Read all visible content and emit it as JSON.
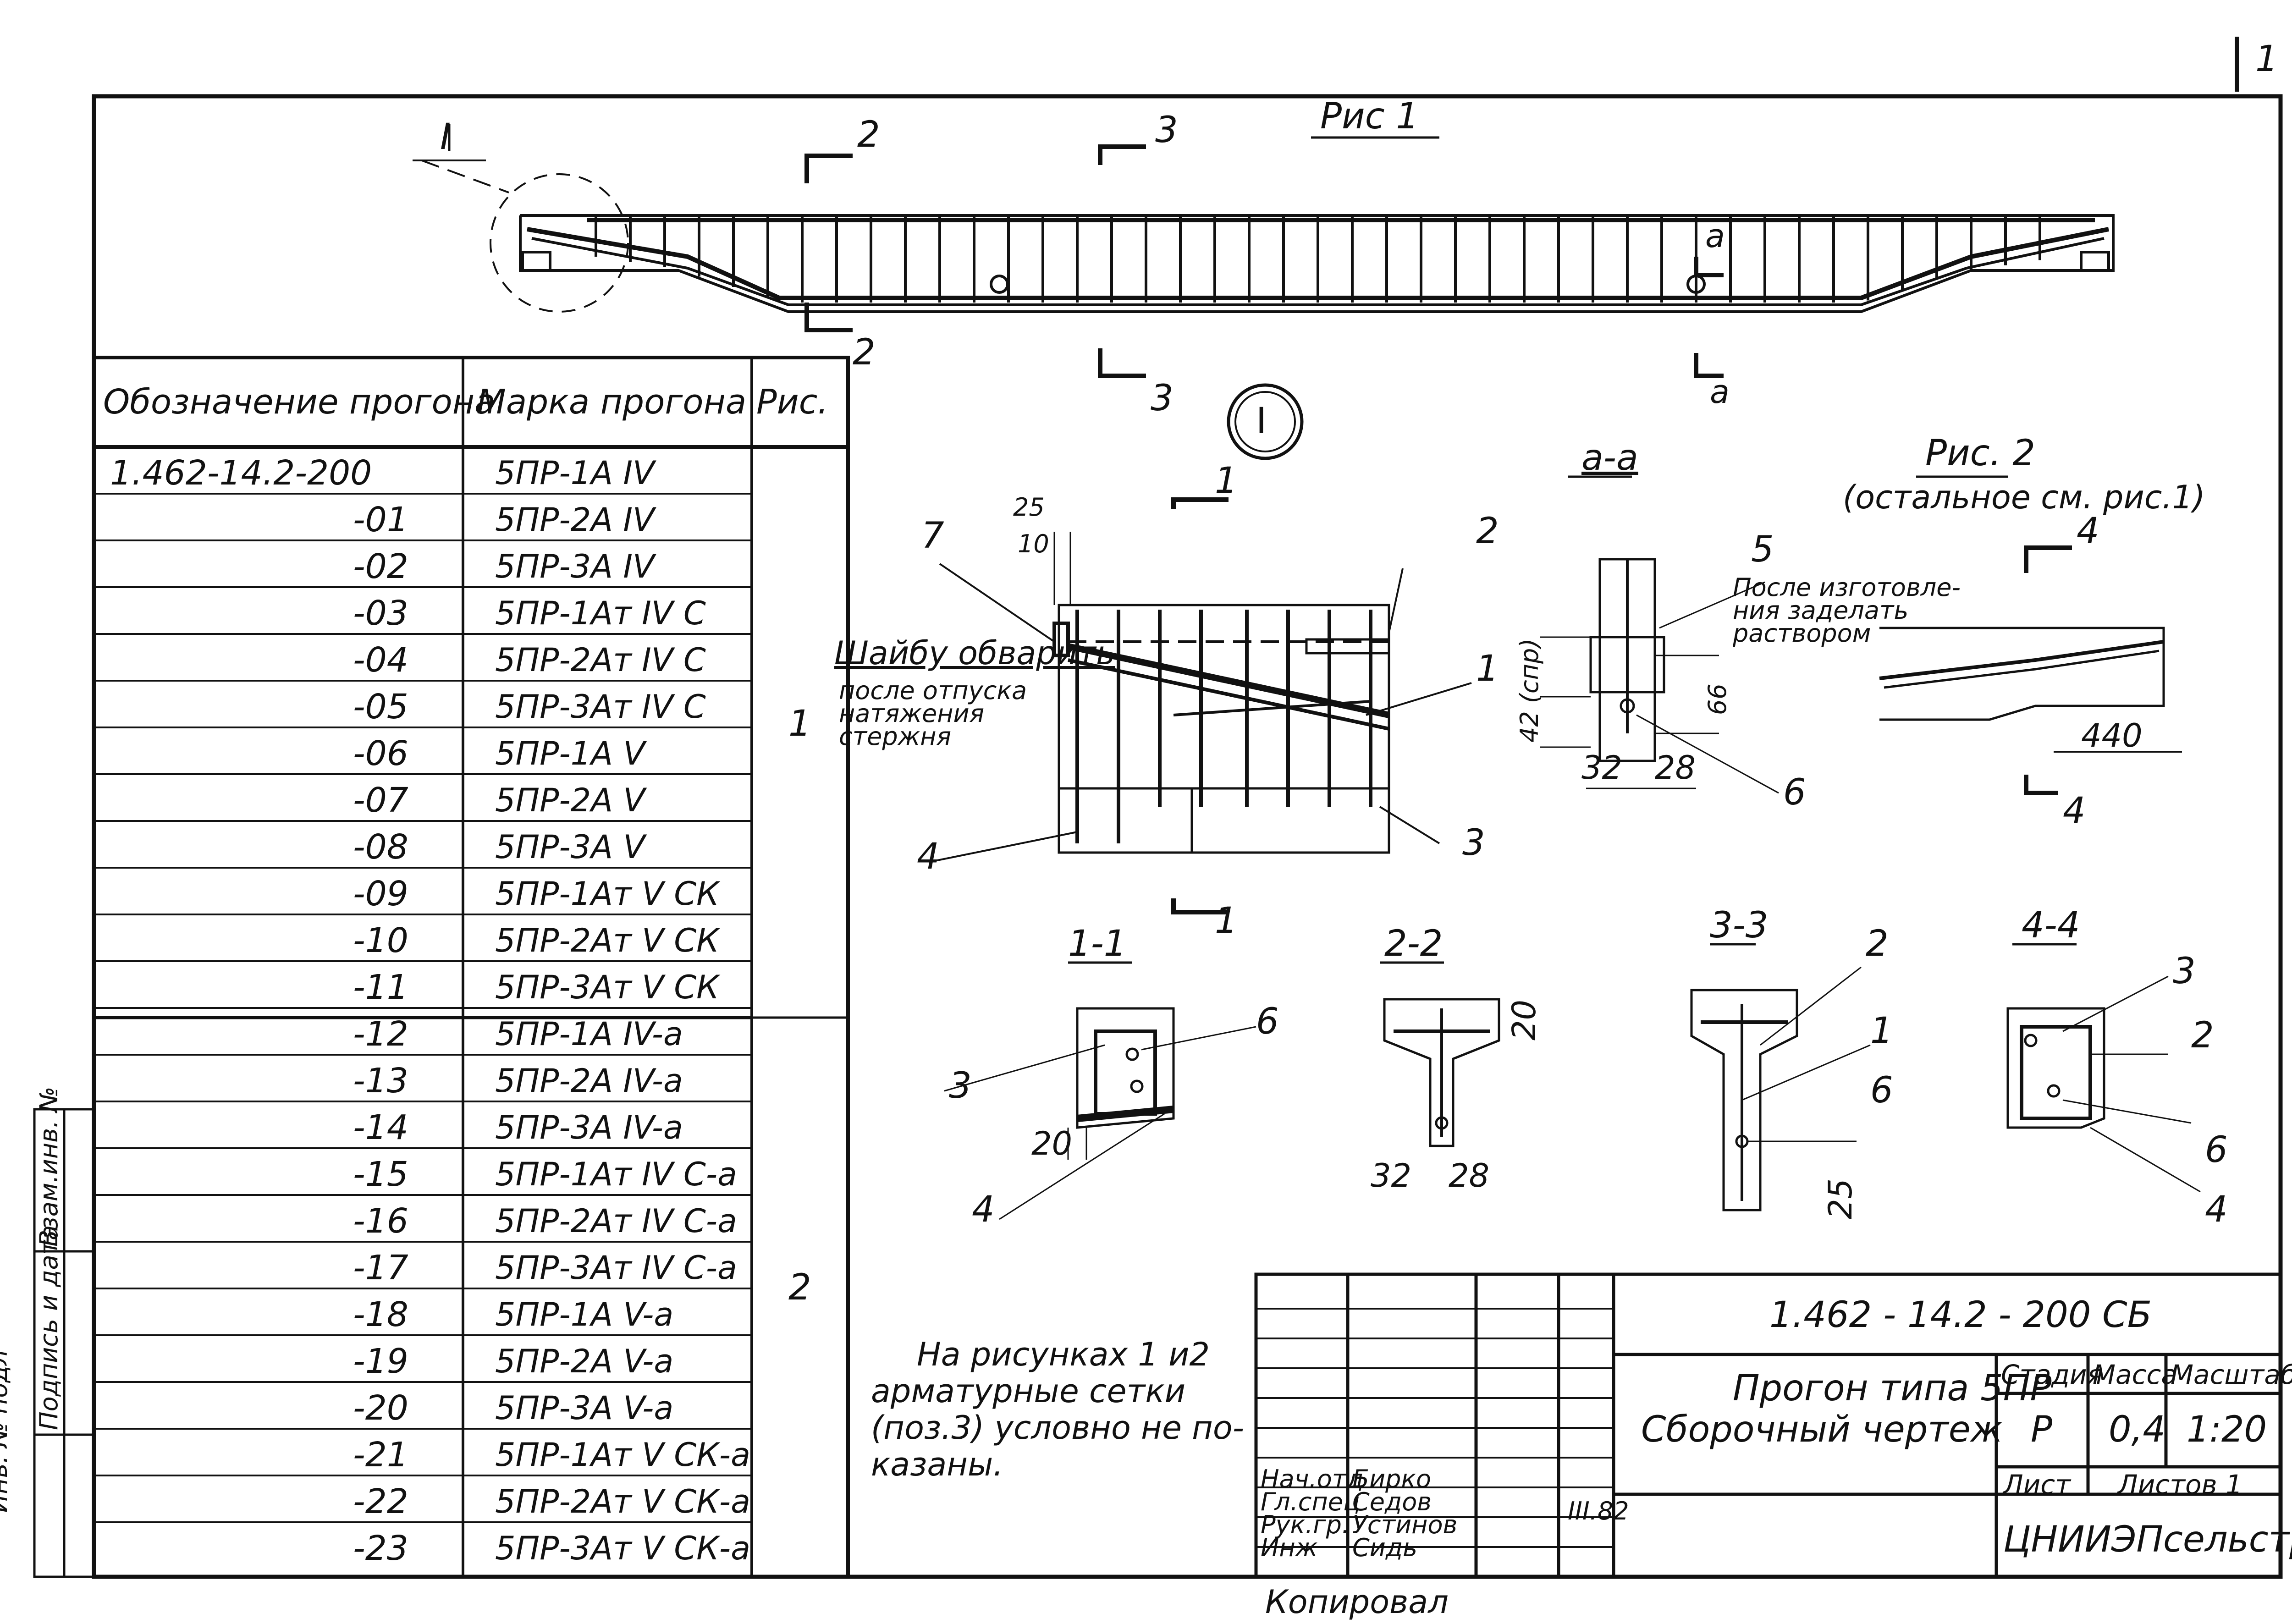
{
  "sheet_number": "1",
  "figure1": {
    "title": "Рис 1",
    "section_marks": [
      "2",
      "3",
      "2",
      "3",
      "а",
      "а"
    ],
    "node_label": "I"
  },
  "table": {
    "headers": {
      "designation": "Обозначение прогона",
      "mark": "Марка прогона",
      "fig": "Рис."
    },
    "rows": [
      {
        "code": "1.462-14.2-200",
        "mark": "5ПР-1А IV"
      },
      {
        "code": "-01",
        "mark": "5ПР-2А IV"
      },
      {
        "code": "-02",
        "mark": "5ПР-3А IV"
      },
      {
        "code": "-03",
        "mark": "5ПР-1Ат IV С"
      },
      {
        "code": "-04",
        "mark": "5ПР-2Ат IV С"
      },
      {
        "code": "-05",
        "mark": "5ПР-3Ат IV С"
      },
      {
        "code": "-06",
        "mark": "5ПР-1А V"
      },
      {
        "code": "-07",
        "mark": "5ПР-2А V"
      },
      {
        "code": "-08",
        "mark": "5ПР-3А V"
      },
      {
        "code": "-09",
        "mark": "5ПР-1Ат V СК"
      },
      {
        "code": "-10",
        "mark": "5ПР-2Ат V СК"
      },
      {
        "code": "-11",
        "mark": "5ПР-3Ат V СК"
      },
      {
        "code": "-12",
        "mark": "5ПР-1А IV-а"
      },
      {
        "code": "-13",
        "mark": "5ПР-2А IV-а"
      },
      {
        "code": "-14",
        "mark": "5ПР-3А IV-а"
      },
      {
        "code": "-15",
        "mark": "5ПР-1Ат IV С-а"
      },
      {
        "code": "-16",
        "mark": "5ПР-2Ат IV С-а"
      },
      {
        "code": "-17",
        "mark": "5ПР-3Ат IV С-а"
      },
      {
        "code": "-18",
        "mark": "5ПР-1А V-а"
      },
      {
        "code": "-19",
        "mark": "5ПР-2А V-а"
      },
      {
        "code": "-20",
        "mark": "5ПР-3А V-а"
      },
      {
        "code": "-21",
        "mark": "5ПР-1Ат V СК-а"
      },
      {
        "code": "-22",
        "mark": "5ПР-2Ат V СК-а"
      },
      {
        "code": "-23",
        "mark": "5ПР-3Ат V СК-а"
      }
    ],
    "fig_group1": "1",
    "fig_group2": "2"
  },
  "detail_I": {
    "dim_top": "25",
    "dim_bottom": "10",
    "callouts": [
      "7",
      "2",
      "1",
      "3",
      "4"
    ],
    "note_washer": "Шайбу обварить",
    "note_after1": "после отпуска",
    "note_after2": "натяжения",
    "note_after3": "стержня",
    "cut_mark": "1"
  },
  "section_aa": {
    "title": "а-а",
    "callout5": "5",
    "note1": "После изготовле-",
    "note2": "ния заделать",
    "note3": "раствором",
    "dim_42": "42 (спр)",
    "dim_66": "66",
    "dim_32": "32",
    "dim_28": "28",
    "callout6": "6"
  },
  "figure2": {
    "title": "Рис. 2",
    "subtitle": "(остальное см. рис.1)",
    "cut_mark": "4",
    "dim_440": "440"
  },
  "sections": {
    "s11": {
      "title": "1-1",
      "c3": "3",
      "c6": "6",
      "c4": "4",
      "dim": "20"
    },
    "s22": {
      "title": "2-2",
      "dim20": "20",
      "dim32": "32",
      "dim28": "28"
    },
    "s33": {
      "title": "3-3",
      "c2": "2",
      "c1": "1",
      "c6": "6",
      "dim25": "25"
    },
    "s44": {
      "title": "4-4",
      "c3": "3",
      "c2": "2",
      "c6": "6",
      "c4": "4"
    }
  },
  "note": {
    "line1": "На рисунках 1 и2",
    "line2": "арматурные сетки",
    "line3": "(поз.3) условно не по-",
    "line4": "казаны."
  },
  "title_block": {
    "doc_code": "1.462 - 14.2 - 200 СБ",
    "name1": "Прогон типа 5ПР",
    "name2": "Сборочный чертеж",
    "stage_h": "Стадия",
    "mass_h": "Масса",
    "scale_h": "Масштаб",
    "stage": "Р",
    "mass": "0,4",
    "scale": "1:20",
    "sheet_h": "Лист",
    "sheets_h": "Листов 1",
    "org": "ЦНИИЭПсельстрой",
    "roles": [
      "Нач.отд",
      "Гл.спец",
      "Рук.гр.",
      "Инж"
    ],
    "names": [
      "Бирко",
      "Седов",
      "Устинов",
      "Сидь"
    ],
    "date": "III.82",
    "copied": "Копировал"
  },
  "side_stamps": [
    "Инв. № подл",
    "Подпись и дата",
    "Взам.инв. №"
  ]
}
